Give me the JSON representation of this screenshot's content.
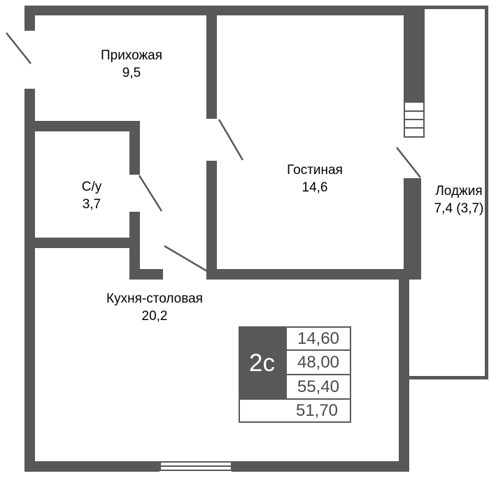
{
  "plan": {
    "title": "apartment-floor-plan",
    "rooms": [
      {
        "name": "Прихожая",
        "area": "9,5"
      },
      {
        "name": "С/у",
        "area": "3,7"
      },
      {
        "name": "Гостиная",
        "area": "14,6"
      },
      {
        "name": "Лоджия",
        "area": "7,4 (3,7)"
      },
      {
        "name": "Кухня-столовая",
        "area": "20,2"
      }
    ],
    "info_table": {
      "type_label": "2с",
      "values": [
        "14,60",
        "48,00",
        "55,40"
      ],
      "total": "51,70"
    },
    "colors": {
      "wall": "#58585a",
      "text": "#000000",
      "table_text": "#4a4a4c",
      "background": "#ffffff"
    }
  }
}
